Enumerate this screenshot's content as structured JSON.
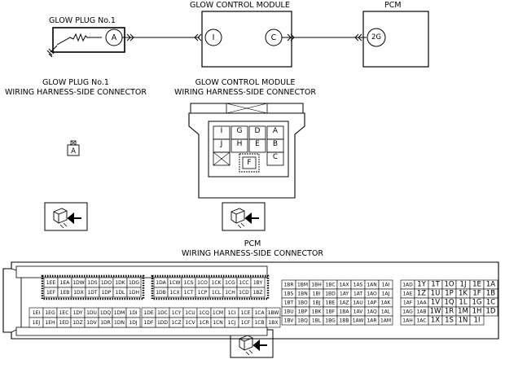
{
  "top": {
    "glow_plug_title": "GLOW PLUG No.1",
    "glow_plug_pin": "A",
    "gcm_title": "GLOW CONTROL MODULE",
    "gcm_pin_in": "I",
    "gcm_pin_out": "C",
    "pcm_title": "PCM",
    "pcm_pin": "2G"
  },
  "connectors": {
    "glow_plug_caption_line1": "GLOW PLUG No.1",
    "glow_plug_caption_line2": "WIRING HARNESS-SIDE CONNECTOR",
    "gcm_caption_line1": "GLOW CONTROL MODULE",
    "gcm_caption_line2": "WIRING HARNESS-SIDE CONNECTOR",
    "pcm_caption_line1": "PCM",
    "pcm_caption_line2": "WIRING HARNESS-SIDE CONNECTOR",
    "glow_plug_terminal": "A",
    "gcm_grid": [
      [
        "I",
        "G",
        "D",
        "A"
      ],
      [
        "J",
        "H",
        "E",
        "B"
      ],
      [
        "",
        "",
        "",
        "C"
      ]
    ],
    "gcm_center_pin": "F",
    "pcm_block1": [
      [
        "1EE",
        "1EA",
        "1DW",
        "1DS",
        "1DO",
        "1DK",
        "1DG"
      ],
      [
        "1EF",
        "1EB",
        "1DX",
        "1DT",
        "1DP",
        "1DL",
        "1DH"
      ],
      [
        "1EI",
        "1EG",
        "1EC",
        "1DY",
        "1DU",
        "1DQ",
        "1DM",
        "1DI"
      ],
      [
        "1EJ",
        "1EH",
        "1ED",
        "1DZ",
        "1DV",
        "1DR",
        "1DN",
        "1DJ"
      ]
    ],
    "pcm_block2": [
      [
        "1DA",
        "1CW",
        "1CS",
        "1CO",
        "1CK",
        "1CG",
        "1CC",
        "1BY"
      ],
      [
        "1DB",
        "1CX",
        "1CT",
        "1CP",
        "1CL",
        "1CH",
        "1CD",
        "1BZ"
      ],
      [
        "1DE",
        "1DC",
        "1CY",
        "1CU",
        "1CQ",
        "1CM",
        "1CI",
        "1CE",
        "1CA",
        "1BW"
      ],
      [
        "1DF",
        "1DD",
        "1CZ",
        "1CV",
        "1CR",
        "1CN",
        "1CJ",
        "1CF",
        "1CB",
        "1BX"
      ]
    ],
    "pcm_block3": [
      [
        "1BR",
        "1BM",
        "1BH",
        "1BC",
        "1AX",
        "1AS",
        "1AN",
        "1AI"
      ],
      [
        "1BS",
        "1BN",
        "1BI",
        "1BD",
        "1AY",
        "1AT",
        "1AO",
        "1AJ"
      ],
      [
        "1BT",
        "1BO",
        "1BJ",
        "1BE",
        "1AZ",
        "1AU",
        "1AP",
        "1AK"
      ],
      [
        "1BU",
        "1BP",
        "1BK",
        "1BF",
        "1BA",
        "1AV",
        "1AQ",
        "1AL"
      ],
      [
        "1BV",
        "1BQ",
        "1BL",
        "1BG",
        "1BB",
        "1AW",
        "1AR",
        "1AM"
      ]
    ],
    "pcm_block4": [
      [
        "1AD",
        "1Y",
        "1T",
        "1O",
        "1J",
        "1E",
        "1A"
      ],
      [
        "1AE",
        "1Z",
        "1U",
        "1P",
        "1K",
        "1F",
        "1B"
      ],
      [
        "1AF",
        "1AA",
        "1V",
        "1Q",
        "1L",
        "1G",
        "1C"
      ],
      [
        "1AG",
        "1AB",
        "1W",
        "1R",
        "1M",
        "1H",
        "1D"
      ],
      [
        "1AH",
        "1AC",
        "1X",
        "1S",
        "1N",
        "1I",
        ""
      ]
    ]
  }
}
